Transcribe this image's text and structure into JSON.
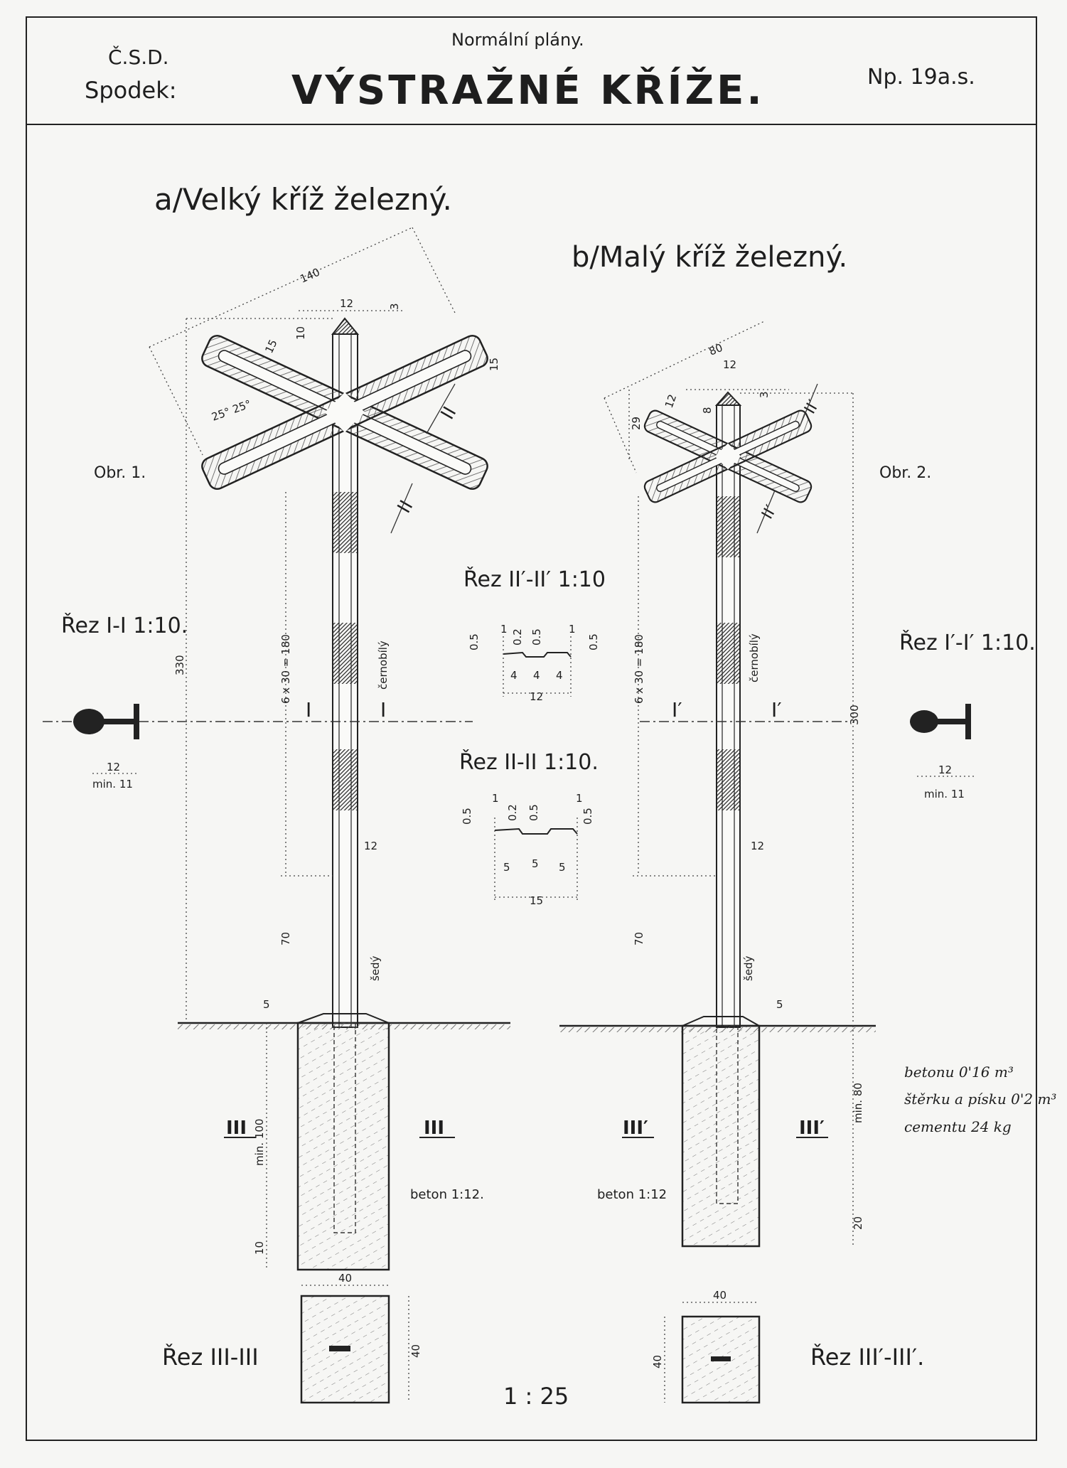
{
  "header": {
    "org": "Č.S.D.",
    "section": "Spodek:",
    "series": "Normální plány.",
    "title": "VÝSTRAŽNÉ KŘÍŽE.",
    "plan_number": "Np. 19a.s."
  },
  "figure_a": {
    "title": "a/Velký kříž železný.",
    "figure_label": "Obr. 1.",
    "dims": {
      "diag": "140",
      "top_width": "12",
      "tip": "3",
      "tip_h": "10",
      "arm_l": "15",
      "arm_r": "15",
      "angles": "25° 25°",
      "total_height": "330",
      "stripes": "6 x 30 = 180",
      "base": "70",
      "ground_off": "5",
      "pole_w": "12",
      "depth": "min. 100",
      "bottom": "10",
      "found_w": "40",
      "found_h": "40"
    },
    "paint_top": "černobílý",
    "paint_bottom": "šedý",
    "section_mark_i": "I",
    "section_mark_ii": "II",
    "section_mark_iii": "III",
    "concrete": "beton 1:12.",
    "rail_section": {
      "title": "Řez I-I 1:10.",
      "width": "12",
      "min": "min. 11"
    },
    "foundation_section": "Řez III-III"
  },
  "figure_b": {
    "title": "b/Malý kříž železný.",
    "figure_label": "Obr. 2.",
    "dims": {
      "diag": "80",
      "top_width": "12",
      "tip": "3",
      "tip_h": "8",
      "arm": "12",
      "cross_h": "29",
      "stripes": "6 x 30 = 180",
      "base": "70",
      "total_height": "300",
      "ground_off": "5",
      "pole_w": "12",
      "depth": "min. 80",
      "bottom": "20",
      "found_w": "40",
      "found_h": "40"
    },
    "paint_top": "černobílý",
    "paint_bottom": "šedý",
    "section_mark_i": "I′",
    "section_mark_ii": "II′",
    "section_mark_iii": "III′",
    "concrete": "beton 1:12",
    "rail_section": {
      "title": "Řez I′-I′ 1:10.",
      "width": "12",
      "min": "min. 11"
    },
    "foundation_section": "Řez III′-III′."
  },
  "sections": {
    "small": {
      "title": "Řez II′-II′ 1:10",
      "w1": "4",
      "w2": "4",
      "w3": "4",
      "total": "12",
      "t1": "0.5",
      "t2": "0.2",
      "t3": "0.5",
      "t4": "0.5",
      "e1": "1",
      "e2": "1"
    },
    "large": {
      "title": "Řez II-II 1:10.",
      "w1": "5",
      "w2": "5",
      "w3": "5",
      "total": "15",
      "t1": "0.5",
      "t2": "0.2",
      "t3": "0.5",
      "t4": "0.5",
      "e1": "1",
      "e2": "1"
    }
  },
  "scale": "1 : 25",
  "handwritten_notes": [
    "betonu 0'16 m³",
    "štěrku a písku 0'2 m³",
    "cementu 24 kg"
  ]
}
